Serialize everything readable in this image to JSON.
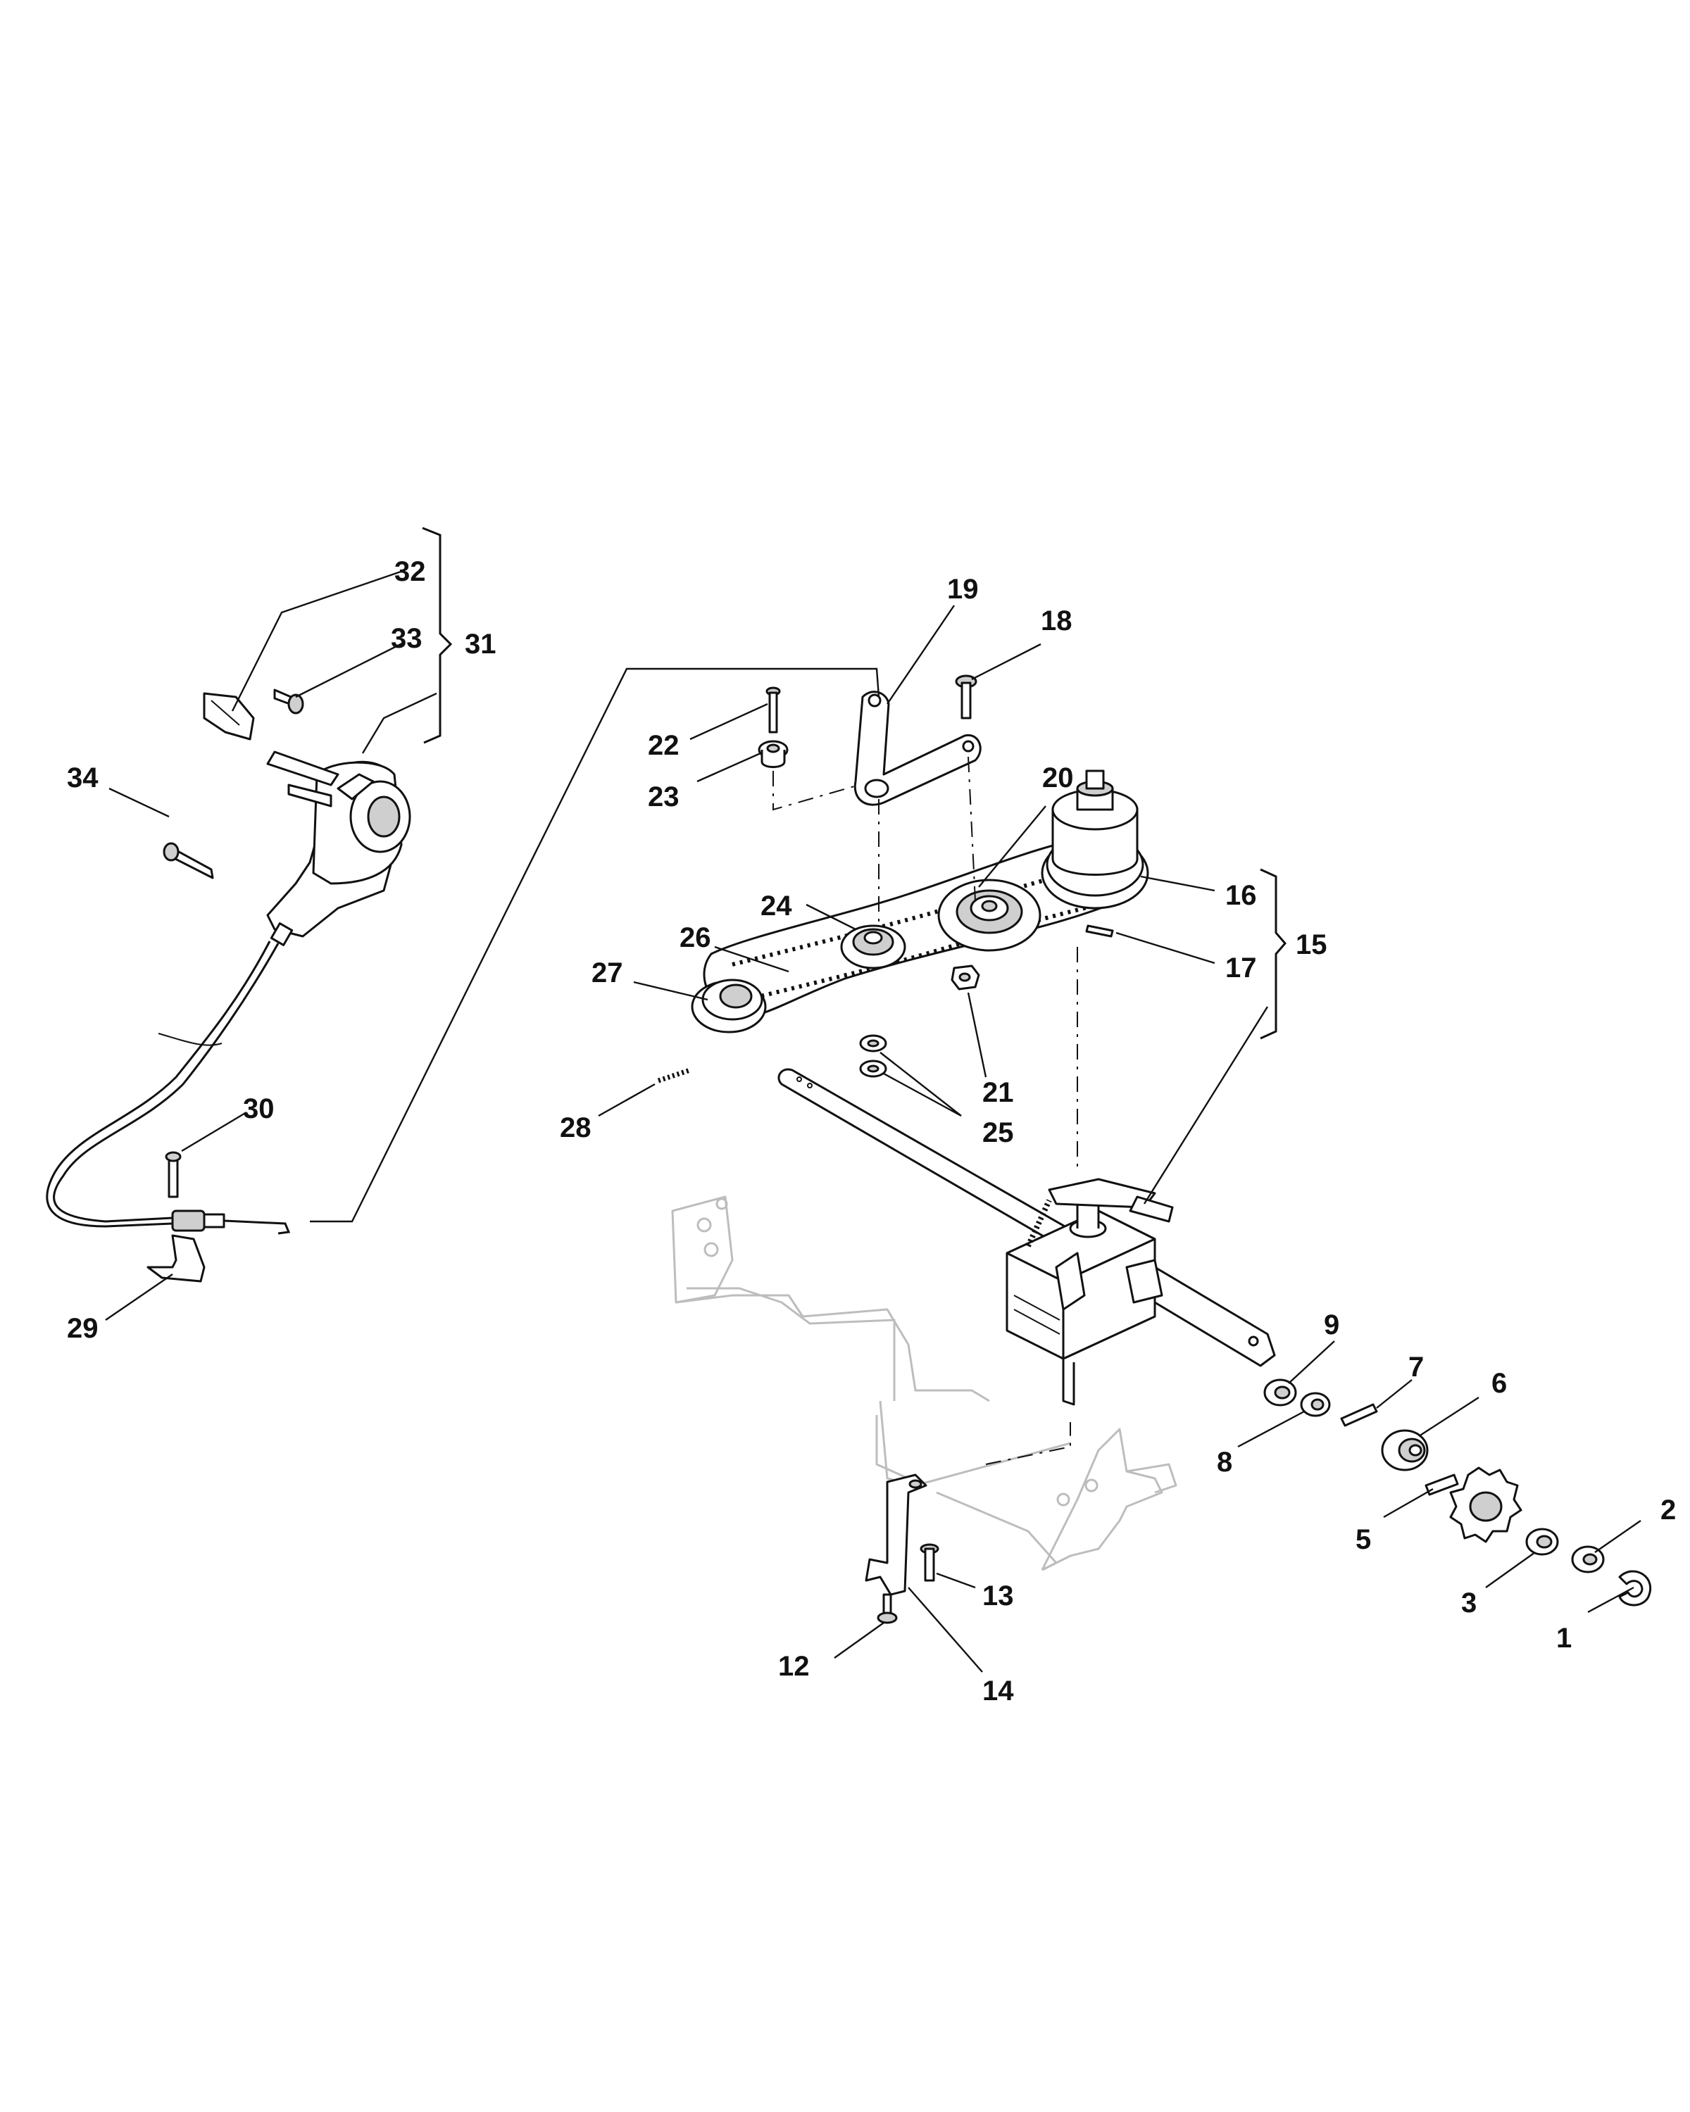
{
  "callouts": {
    "c1": "1",
    "c2": "2",
    "c3": "3",
    "c5": "5",
    "c6": "6",
    "c7": "7",
    "c8": "8",
    "c9": "9",
    "c12": "12",
    "c13": "13",
    "c14": "14",
    "c15": "15",
    "c16": "16",
    "c17": "17",
    "c18": "18",
    "c19": "19",
    "c20": "20",
    "c21": "21",
    "c22": "22",
    "c23": "23",
    "c24": "24",
    "c25": "25",
    "c26": "26",
    "c27": "27",
    "c28": "28",
    "c29": "29",
    "c30": "30",
    "c31": "31",
    "c32": "32",
    "c33": "33",
    "c34": "34"
  }
}
